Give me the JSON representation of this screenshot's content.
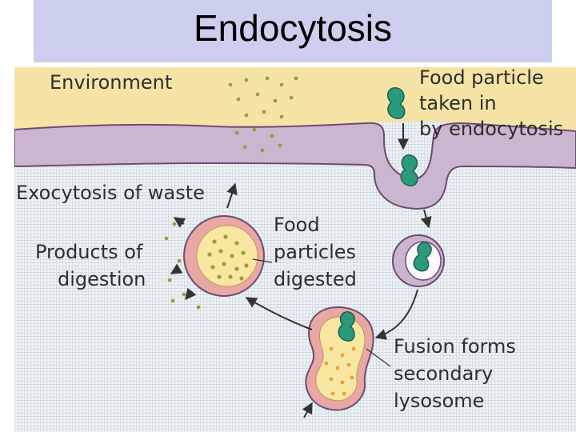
{
  "slide": {
    "title": "Endocytosis"
  },
  "diagram": {
    "environment_label": "Environment",
    "food_particle_label": [
      "Food particle",
      "taken in",
      "by endocytosis"
    ],
    "exocytosis_label": "Exocytosis of waste",
    "products_label": [
      "Products of",
      "digestion"
    ],
    "digested_label": [
      "Food",
      "particles",
      "digested"
    ],
    "fusion_label": [
      "Fusion forms",
      "secondary",
      "lysosome"
    ]
  },
  "colors": {
    "title_bg": "#cccfee",
    "environment": "#f6e4a6",
    "membrane": "#cbb6cf",
    "membrane_edge": "#6f4a76",
    "cytoplasm": "#eef3f6",
    "food_particle": "#2a9a7a",
    "lysosome_fill": "#f7e7a0",
    "lysosome_ring": "#e8a9a4",
    "dots": "#9aa040",
    "arrows": "#333333"
  }
}
